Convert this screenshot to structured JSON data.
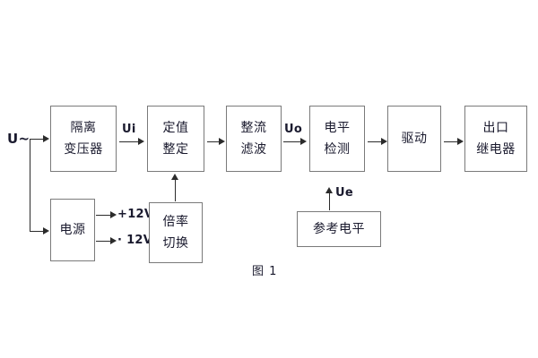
{
  "figure": {
    "caption": "图 1",
    "input_label": "U~",
    "colors": {
      "box_border": "#7a7a7a",
      "connector": "#2b2b2b",
      "text": "#1a1a2e",
      "background": "#ffffff"
    }
  },
  "blocks": {
    "isolation_transformer": {
      "line1": "隔离",
      "line2": "变压器"
    },
    "setting_value": {
      "line1": "定值",
      "line2": "整定"
    },
    "rectify_filter": {
      "line1": "整流",
      "line2": "滤波"
    },
    "level_detect": {
      "line1": "电平",
      "line2": "检测"
    },
    "drive": {
      "line1": "驱动",
      "line2": ""
    },
    "output_relay": {
      "line1": "出口",
      "line2": "继电器"
    },
    "power_supply": {
      "line1": "电源",
      "line2": ""
    },
    "multiplier_switch": {
      "line1": "倍率",
      "line2": "切换"
    },
    "reference_level": {
      "line1": "参考电平",
      "line2": ""
    }
  },
  "signals": {
    "ui": "Ui",
    "uo": "Uo",
    "ue": "Ue",
    "plus12v": "+12V",
    "minus12v": "· 12V"
  }
}
